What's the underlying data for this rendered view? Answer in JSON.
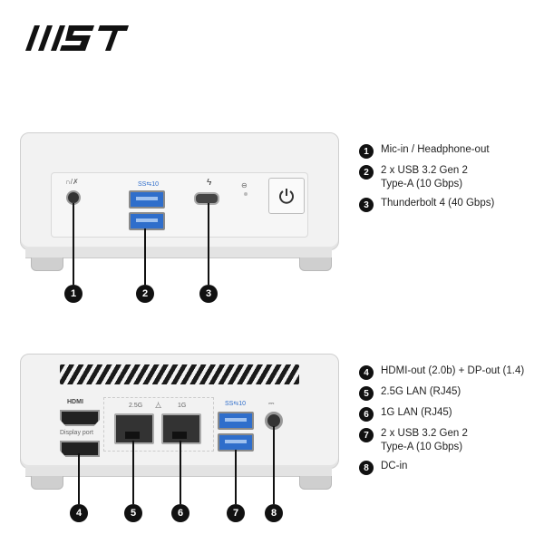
{
  "brand": {
    "name": "MSI"
  },
  "front": {
    "icons": {
      "audio_symbol": "headset-mic-icon",
      "usb_symbol": "SS⇆10",
      "thunderbolt_symbol": "thunderbolt-icon",
      "power_symbol": "power-icon"
    },
    "markers": [
      "1",
      "2",
      "3"
    ]
  },
  "back": {
    "labels": {
      "hdmi": "HDMI",
      "displayport": "Display port",
      "lan1": "2.5G",
      "lan2": "1G",
      "usb": "SS⇆10"
    },
    "markers": [
      "4",
      "5",
      "6",
      "7",
      "8"
    ]
  },
  "legend_front": [
    {
      "num": "1",
      "text": "Mic-in / Headphone-out"
    },
    {
      "num": "2",
      "text": "2 x USB 3.2 Gen 2\nType-A (10 Gbps)"
    },
    {
      "num": "3",
      "text": "Thunderbolt 4 (40 Gbps)"
    }
  ],
  "legend_back": [
    {
      "num": "4",
      "text": "HDMI-out (2.0b) + DP-out (1.4)"
    },
    {
      "num": "5",
      "text": "2.5G LAN (RJ45)"
    },
    {
      "num": "6",
      "text": "1G LAN (RJ45)"
    },
    {
      "num": "7",
      "text": "2 x USB 3.2 Gen 2\nType-A (10 Gbps)"
    },
    {
      "num": "8",
      "text": "DC-in"
    }
  ]
}
